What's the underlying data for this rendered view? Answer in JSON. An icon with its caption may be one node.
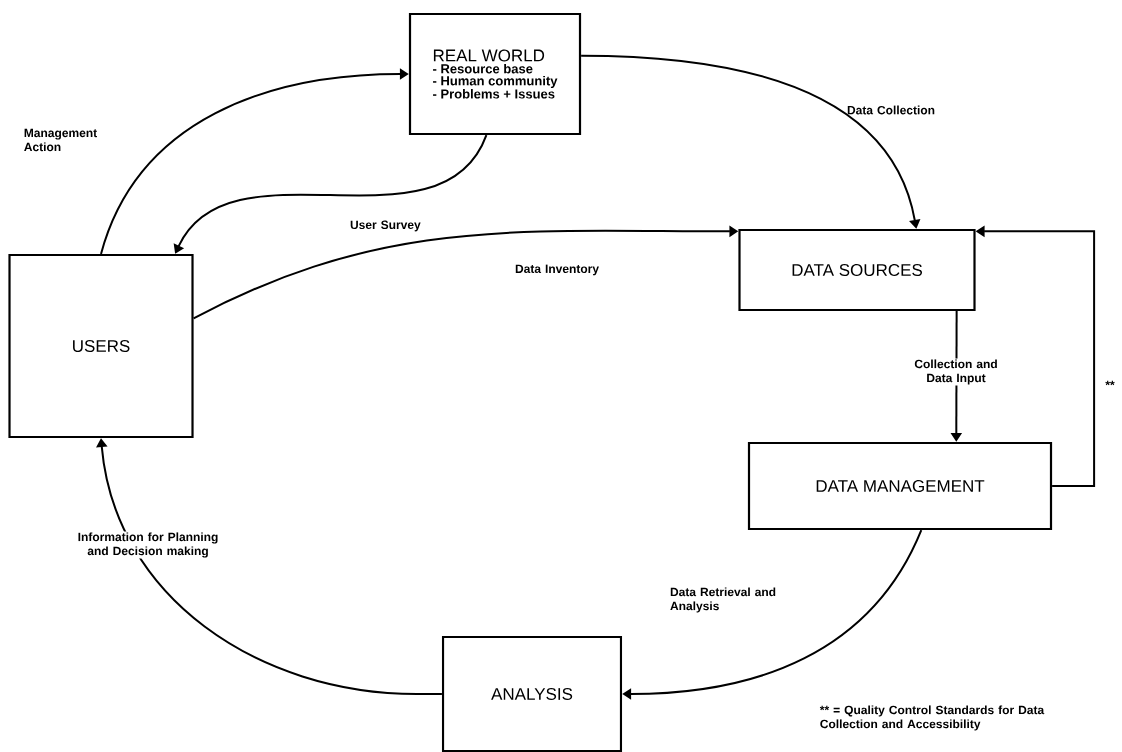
{
  "diagram": {
    "nodes": [
      {
        "text": [
          "REAL WORLD",
          "- Resource base",
          "- Human community",
          "- Problems + Issues"
        ]
      },
      {
        "text": [
          "DATA SOURCES"
        ]
      },
      {
        "text": [
          "USERS"
        ]
      },
      {
        "text": [
          "DATA MANAGEMENT"
        ]
      },
      {
        "text": [
          "ANALYSIS"
        ]
      }
    ],
    "edges": [
      {
        "from": 0,
        "to": 1,
        "arrow": "to",
        "label": "Data Collection"
      },
      {
        "from": 2,
        "to": 0,
        "arrow": "to",
        "label": "Management Action"
      },
      {
        "from": 0,
        "to": 2,
        "arrow": "to",
        "label": "User Survey"
      },
      {
        "from": 2,
        "to": 1,
        "arrow": "to",
        "label": "Data Inventory"
      },
      {
        "from": 1,
        "to": 3,
        "arrow": "to",
        "label": "Collection and Data Input"
      },
      {
        "from": 3,
        "to": 1,
        "arrow": "to",
        "label": "**"
      },
      {
        "from": 3,
        "to": 4,
        "arrow": "to",
        "label": "Data Retrieval and Analysis"
      },
      {
        "from": 4,
        "to": 2,
        "arrow": "to",
        "label": "Information for Planning and Decision making"
      }
    ],
    "labels": [
      "** = Quality Control Standards for Data Collection and Accessibility"
    ]
  }
}
